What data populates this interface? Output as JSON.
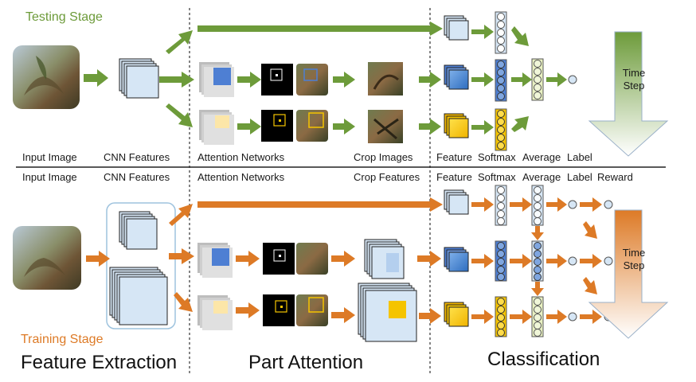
{
  "colors": {
    "testing_green": "#6d9b3a",
    "training_orange": "#dd7a26",
    "blue_feature": "#4e7fd3",
    "yellow_feature": "#f5c400",
    "light_blue_box": "#d6e6f5",
    "time_step_green": "#6d9b3a",
    "time_step_orange": "#dd7a26"
  },
  "testing": {
    "title": "Testing Stage",
    "labels": {
      "input_image": "Input Image",
      "cnn_features": "CNN Features",
      "attention_networks": "Attention Networks",
      "crop_images": "Crop Images",
      "feature": "Feature",
      "softmax": "Softmax",
      "average": "Average",
      "label": "Label"
    },
    "time_step": "Time Step"
  },
  "training": {
    "title": "Training Stage",
    "labels": {
      "input_image": "Input Image",
      "cnn_features": "CNN Features",
      "attention_networks": "Attention Networks",
      "crop_features": "Crop Features",
      "feature": "Feature",
      "softmax": "Softmax",
      "average": "Average",
      "label": "Label",
      "reward": "Reward"
    },
    "time_step": "Time Step"
  },
  "sections": {
    "feature_extraction": "Feature Extraction",
    "part_attention": "Part Attention",
    "classification": "Classification"
  },
  "icons": [
    "bird-photo-icon",
    "feature-stack-icon",
    "attention-map-icon",
    "crop-image-icon",
    "softmax-column-icon",
    "label-node-icon",
    "time-step-arrow-icon"
  ]
}
